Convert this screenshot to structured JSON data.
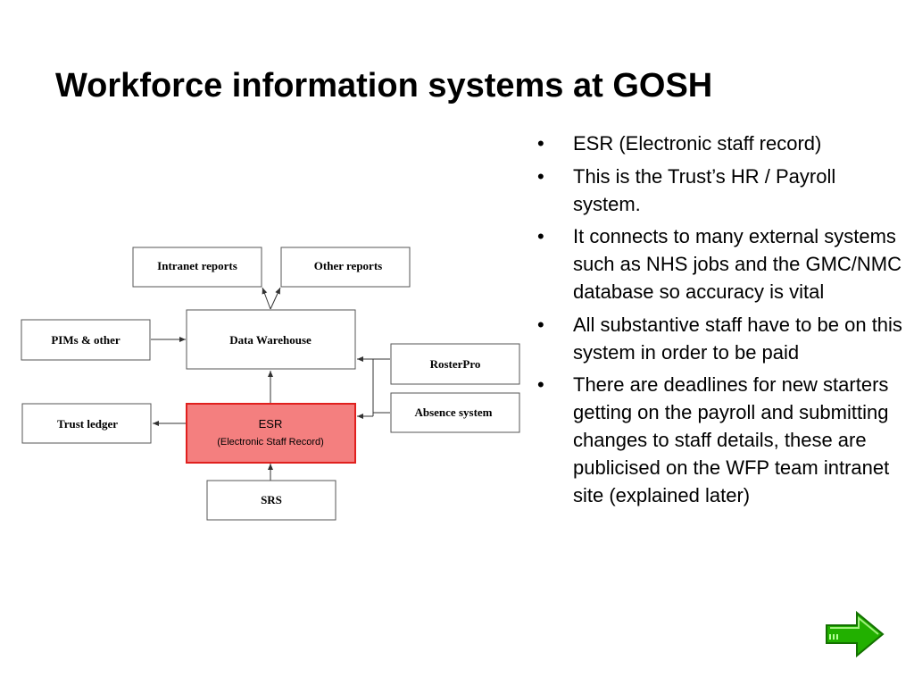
{
  "slide": {
    "title": "Workforce information systems at GOSH"
  },
  "diagram": {
    "nodes": {
      "intranet_reports": "Intranet reports",
      "other_reports": "Other reports",
      "pims_other": "PIMs & other",
      "data_warehouse": "Data Warehouse",
      "rosterpro": "RosterPro",
      "absence_system": "Absence system",
      "trust_ledger": "Trust ledger",
      "esr_title": "ESR",
      "esr_subtitle": "(Electronic Staff Record)",
      "srs": "SRS"
    },
    "colors": {
      "esr_fill": "#f47f7f",
      "esr_border": "#e0201e",
      "box_border": "#555555"
    }
  },
  "bullets": [
    "ESR (Electronic staff record)",
    "This is the Trust’s HR / Payroll system.",
    "It connects to many external systems such as NHS jobs and the GMC/NMC database so accuracy is vital",
    "All substantive staff have to be on this system in order to be paid",
    "There are deadlines for new starters getting on the payroll and submitting changes to staff details, these are publicised on the WFP team intranet site (explained later)"
  ],
  "bullet_symbol": "•",
  "navigation": {
    "next_icon": "green-right-arrow-icon",
    "next_color": "#22b000"
  }
}
